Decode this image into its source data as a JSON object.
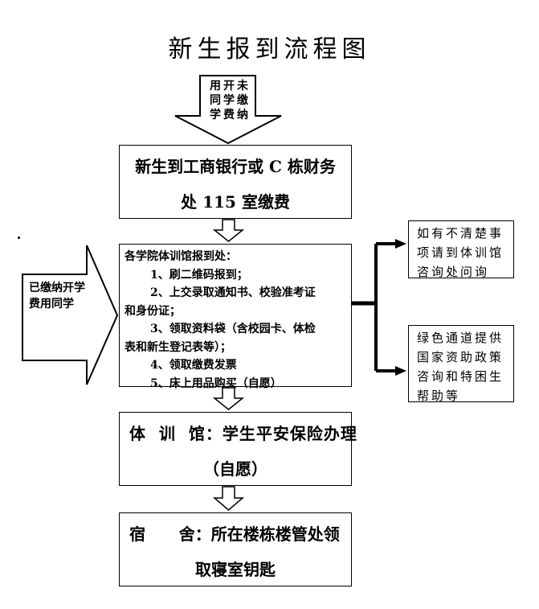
{
  "title": "新生报到流程图",
  "top_arrow": {
    "col1": "用同学",
    "col2": "开学费",
    "col3": "未缴纳"
  },
  "left_arrow": {
    "text": "已缴纳开学费用同学"
  },
  "steps": {
    "step1": {
      "line1": "新生到工商银行或 C 栋财务",
      "line2": "处 115 室缴费"
    },
    "step2": {
      "heading": "各学院体训馆报到处：",
      "items": [
        "1、刷二维码报到；",
        "2、上交录取通知书、校验准考证",
        "和身份证；",
        "3、领取资料袋（含校园卡、体检",
        "表和新生登记表等）；",
        "4、领取缴费发票",
        "5、床上用品购买（自愿）"
      ]
    },
    "step3": {
      "line1": "体  训  馆：学生平安保险办理",
      "line2": "（自愿）"
    },
    "step4": {
      "line1": "宿      舍：所在楼栋楼管处领",
      "line2": "取寝室钥匙"
    }
  },
  "side_notes": {
    "note1": "如有不清楚事项请到体训馆咨询处问询",
    "note2": "绿色通道提供国家资助政策咨询和特困生帮助等"
  },
  "colors": {
    "line": "#000000",
    "background": "#ffffff"
  }
}
